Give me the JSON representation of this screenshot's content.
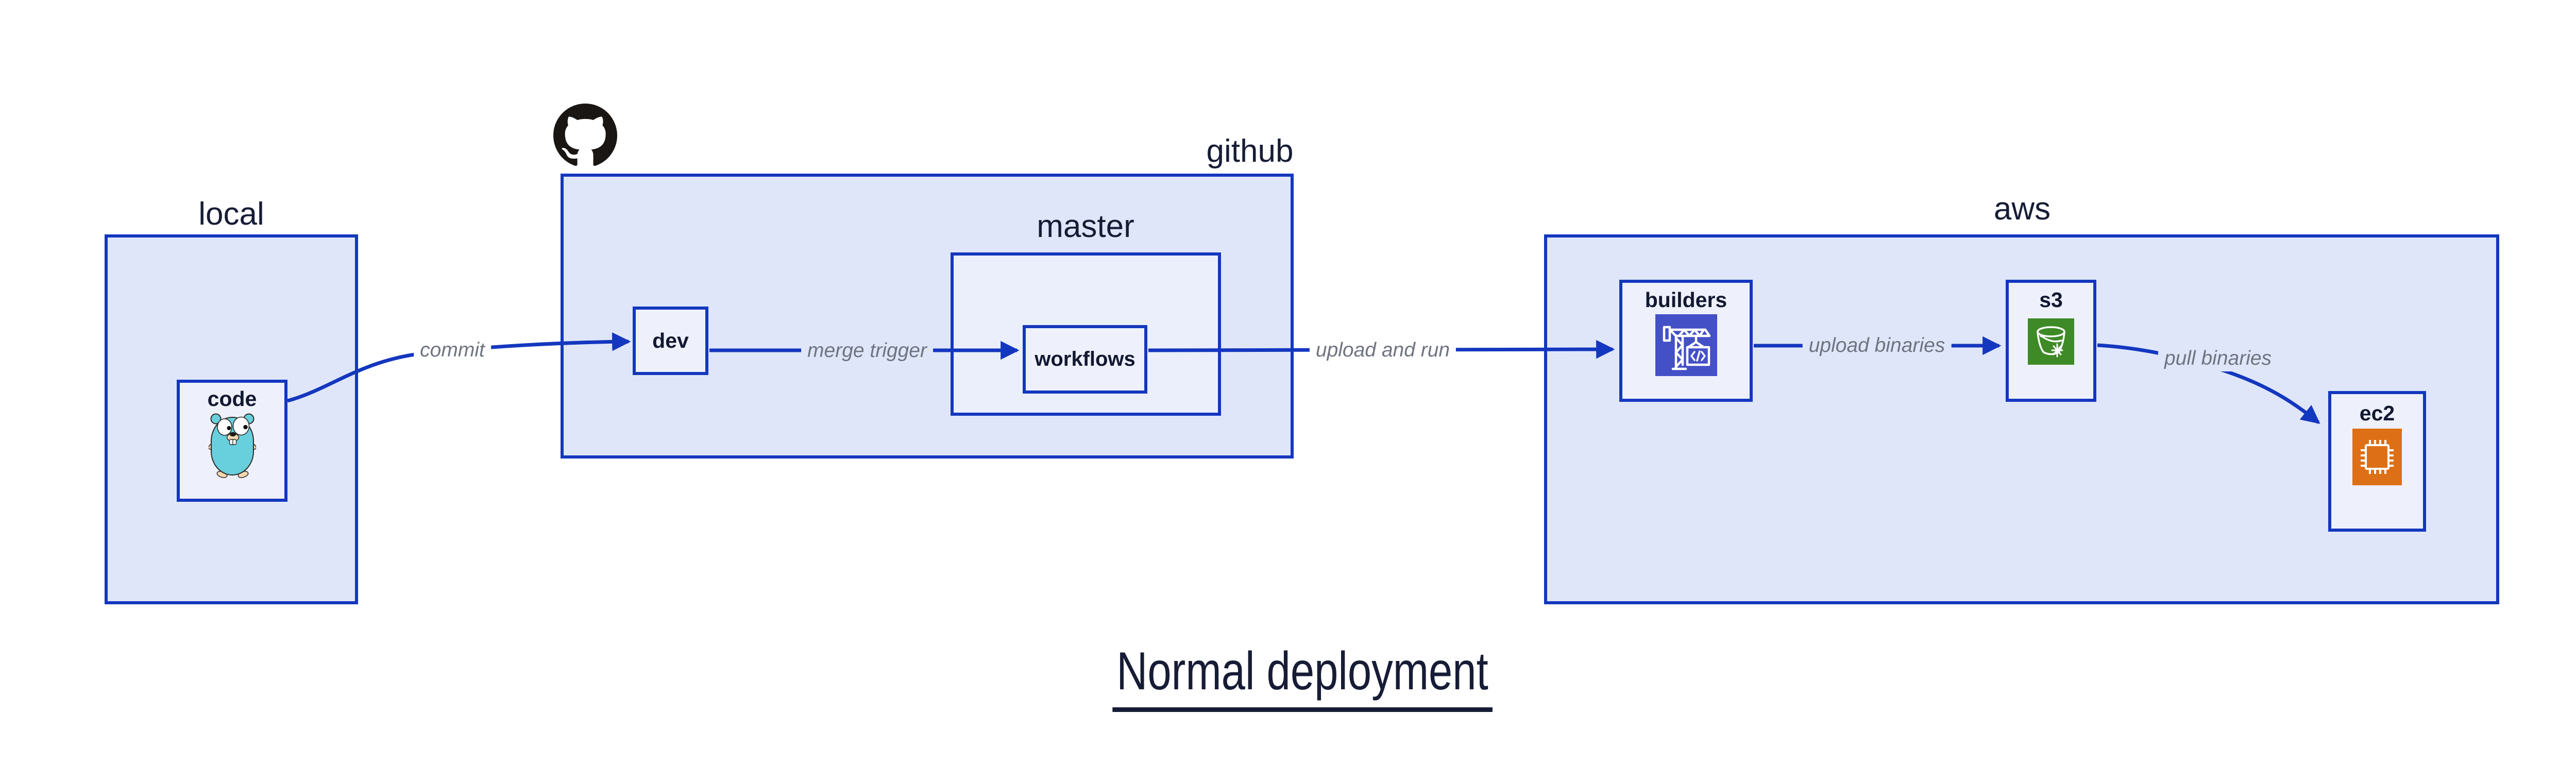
{
  "title": "Normal deployment",
  "groups": {
    "local": {
      "label": "local"
    },
    "github": {
      "label": "github"
    },
    "master": {
      "label": "master"
    },
    "aws": {
      "label": "aws"
    }
  },
  "nodes": {
    "code": {
      "label": "code",
      "icon": "go-gopher-icon"
    },
    "dev": {
      "label": "dev"
    },
    "workflows": {
      "label": "workflows"
    },
    "builders": {
      "label": "builders",
      "icon": "codebuild-crane-icon"
    },
    "s3": {
      "label": "s3",
      "icon": "s3-bucket-icon"
    },
    "ec2": {
      "label": "ec2",
      "icon": "ec2-chip-icon"
    }
  },
  "edges": [
    {
      "from": "code",
      "to": "dev",
      "label": "commit"
    },
    {
      "from": "dev",
      "to": "workflows",
      "label": "merge trigger"
    },
    {
      "from": "workflows",
      "to": "builders",
      "label": "upload and run"
    },
    {
      "from": "builders",
      "to": "s3",
      "label": "upload binaries"
    },
    {
      "from": "s3",
      "to": "ec2",
      "label": "pull binaries"
    }
  ],
  "icons": {
    "github_logo": "octocat-icon"
  },
  "colors": {
    "line_blue": "#1437bf",
    "outer_box_fill": "#dfe6f9",
    "master_box_fill": "#eaeffb",
    "inner_box_fill": "#eef1fb",
    "text_navy": "#171c36",
    "edge_label_gray": "#6f7480",
    "octocat_black": "#191614",
    "codebuild_indigo": "#4450c6",
    "s3_green": "#3e8a27",
    "ec2_orange": "#dd7016",
    "gopher_teal": "#68cfdd"
  }
}
